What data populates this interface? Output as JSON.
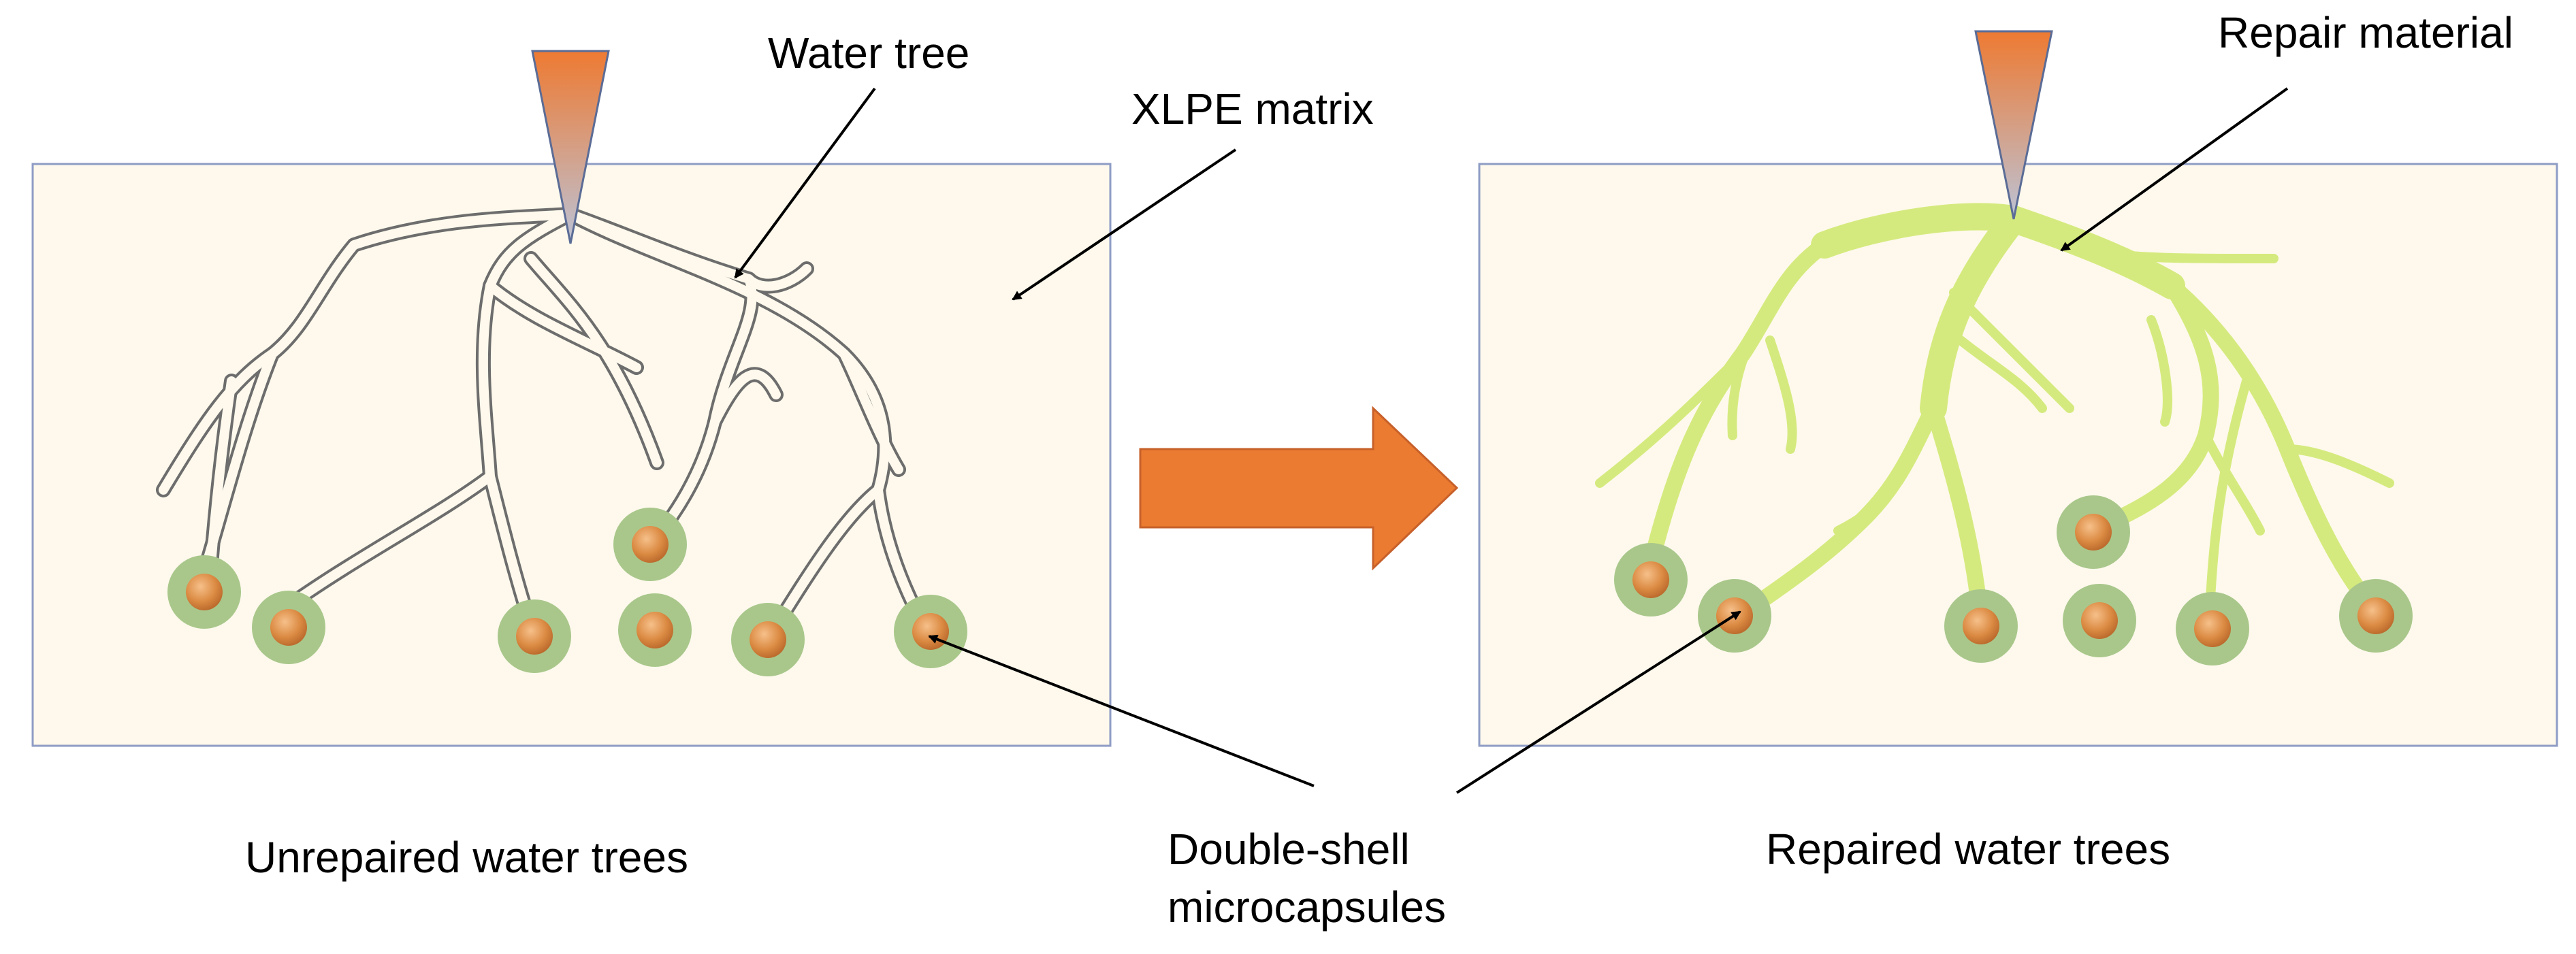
{
  "labels": {
    "water_tree": "Water tree",
    "xlpe_matrix": "XLPE matrix",
    "repair_material": "Repair material",
    "unrepaired": "Unrepaired water trees",
    "repaired": "Repaired water trees",
    "microcapsules_line1": "Double-shell",
    "microcapsules_line2": "microcapsules"
  },
  "colors": {
    "matrix_fill": "#FEF9EC",
    "matrix_border": "#8E9CC5",
    "arrow_orange": "#EB7B30",
    "needle_top": "#EE7A32",
    "needle_bottom": "#BCC3D6",
    "capsule_shell": "#A9C78B",
    "capsule_core": "#DB8A42",
    "tree_outline": "#6D6D6D",
    "repair_green": "#D5EA7E"
  }
}
